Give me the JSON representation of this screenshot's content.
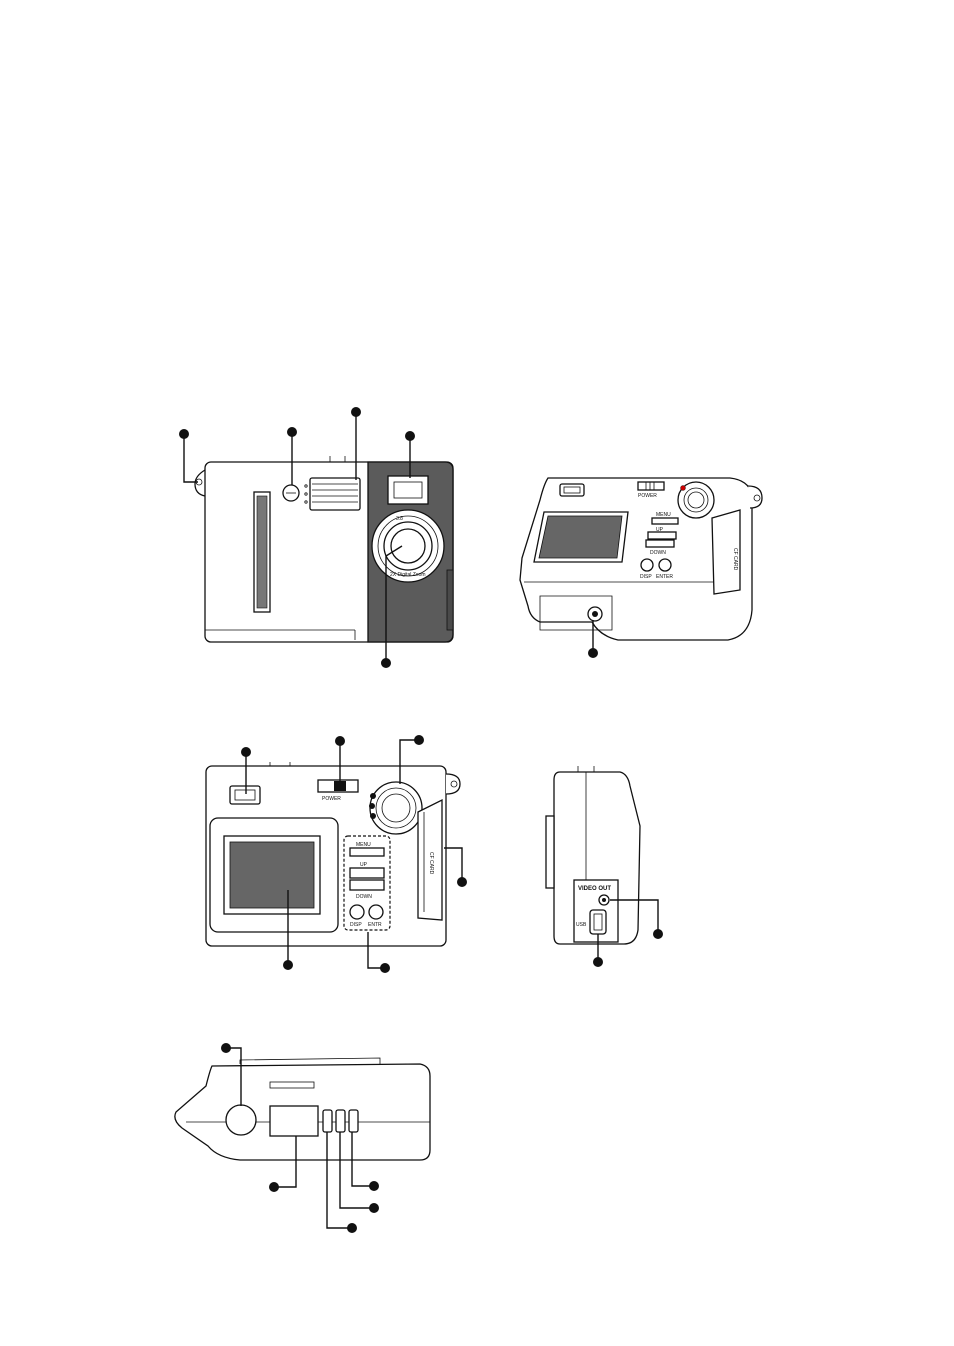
{
  "colors": {
    "ink": "#111111",
    "body_gray": "#5b5b5b",
    "lcd_gray": "#666666",
    "paper": "#ffffff"
  },
  "views": [
    {
      "id": "front",
      "labels": {
        "lens_ring_top": "3.8",
        "lens_ring_bottom": "2X Digital Zoom"
      }
    },
    {
      "id": "back-angle",
      "labels": {
        "power": "POWER",
        "menu": "MENU",
        "up": "UP",
        "down": "DOWN",
        "disp": "DISP",
        "enter": "ENTER",
        "card": "CF CARD"
      }
    },
    {
      "id": "back",
      "labels": {
        "power": "POWER",
        "menu": "MENU",
        "up": "UP",
        "down": "DOWN",
        "disp": "DISP",
        "enter": "ENTR",
        "card": "CF CARD"
      }
    },
    {
      "id": "side",
      "labels": {
        "video_out": "VIDEO OUT",
        "usb": "USB"
      }
    },
    {
      "id": "top",
      "labels": {}
    }
  ]
}
